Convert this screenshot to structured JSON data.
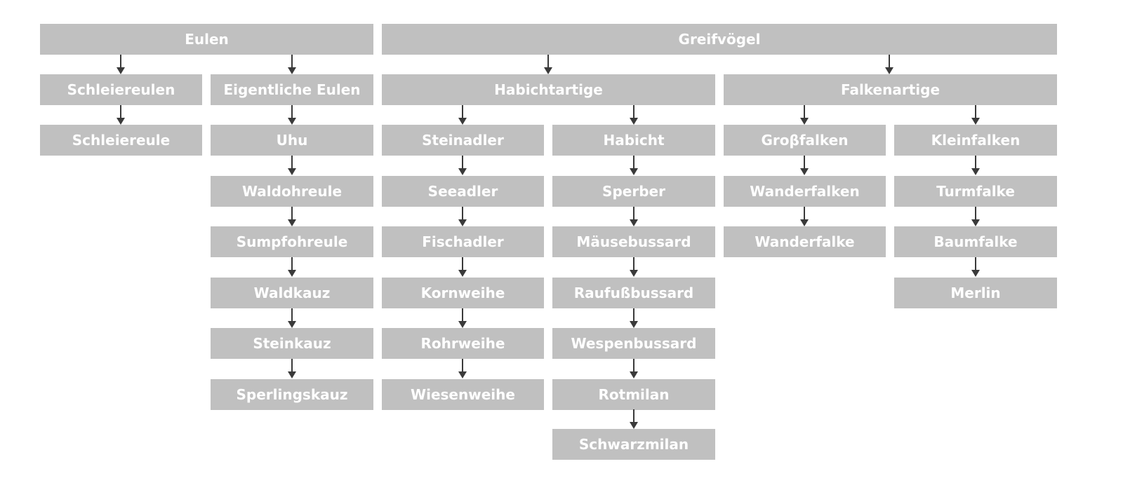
{
  "colors": {
    "box_fill": "#c0c0c0",
    "box_text": "#ffffff",
    "arrow": "#3a3a3a"
  },
  "tree": {
    "eulen": {
      "label": "Eulen",
      "schleiereulen": {
        "label": "Schleiereulen",
        "species": [
          "Schleiereule"
        ]
      },
      "eigentliche_eulen": {
        "label": "Eigentliche Eulen",
        "species": [
          "Uhu",
          "Waldohreule",
          "Sumpfohreule",
          "Waldkauz",
          "Steinkauz",
          "Sperlingskauz"
        ]
      }
    },
    "greifvoegel": {
      "label": "Greifvögel",
      "habichtartige": {
        "label": "Habichtartige",
        "steinadler_group": [
          "Steinadler",
          "Seeadler",
          "Fischadler",
          "Kornweihe",
          "Rohrweihe",
          "Wiesenweihe"
        ],
        "habicht_group": [
          "Habicht",
          "Sperber",
          "Mäusebussard",
          "Raufußbussard",
          "Wespenbussard",
          "Rotmilan",
          "Schwarzmilan"
        ]
      },
      "falkenartige": {
        "label": "Falkenartige",
        "grossfalken": {
          "label": "Groβfalken",
          "species": [
            "Wanderfalken",
            "Wanderfalke"
          ]
        },
        "kleinfalken": {
          "label": "Kleinfalken",
          "species": [
            "Turmfalke",
            "Baumfalke",
            "Merlin"
          ]
        }
      }
    }
  }
}
